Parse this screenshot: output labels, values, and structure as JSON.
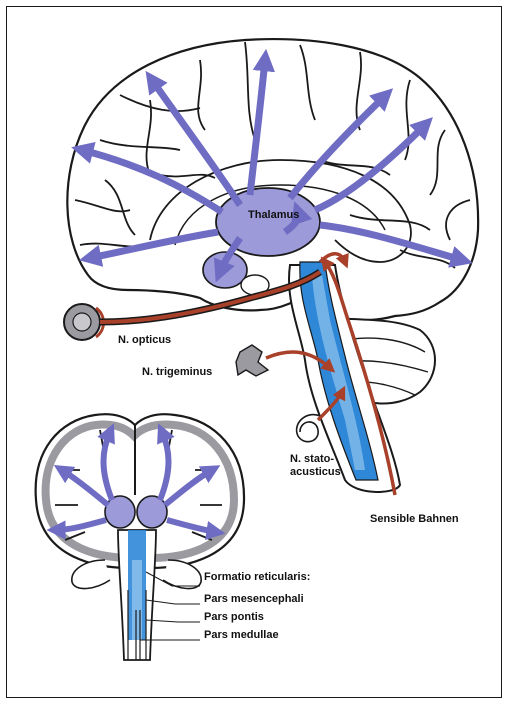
{
  "labels": {
    "thalamus": "Thalamus",
    "n_opticus": "N. opticus",
    "n_trigeminus": "N. trigeminus",
    "n_stato_line1": "N. stato-",
    "n_stato_line2": "acusticus",
    "sensible_bahnen": "Sensible Bahnen",
    "formatio": "Formatio reticularis:",
    "pars_mes": "Pars mesencephali",
    "pars_pontis": "Pars pontis",
    "pars_med": "Pars medullae"
  },
  "colors": {
    "outline": "#1a1a1a",
    "arrow_purple": "#6f6cc4",
    "thalamus_fill": "#9c9ad8",
    "formatio_blue": "#2f87d8",
    "formatio_light": "#8fc4ee",
    "sensory_red": "#a8402a",
    "cortex_shade": "#9a9aa0"
  }
}
